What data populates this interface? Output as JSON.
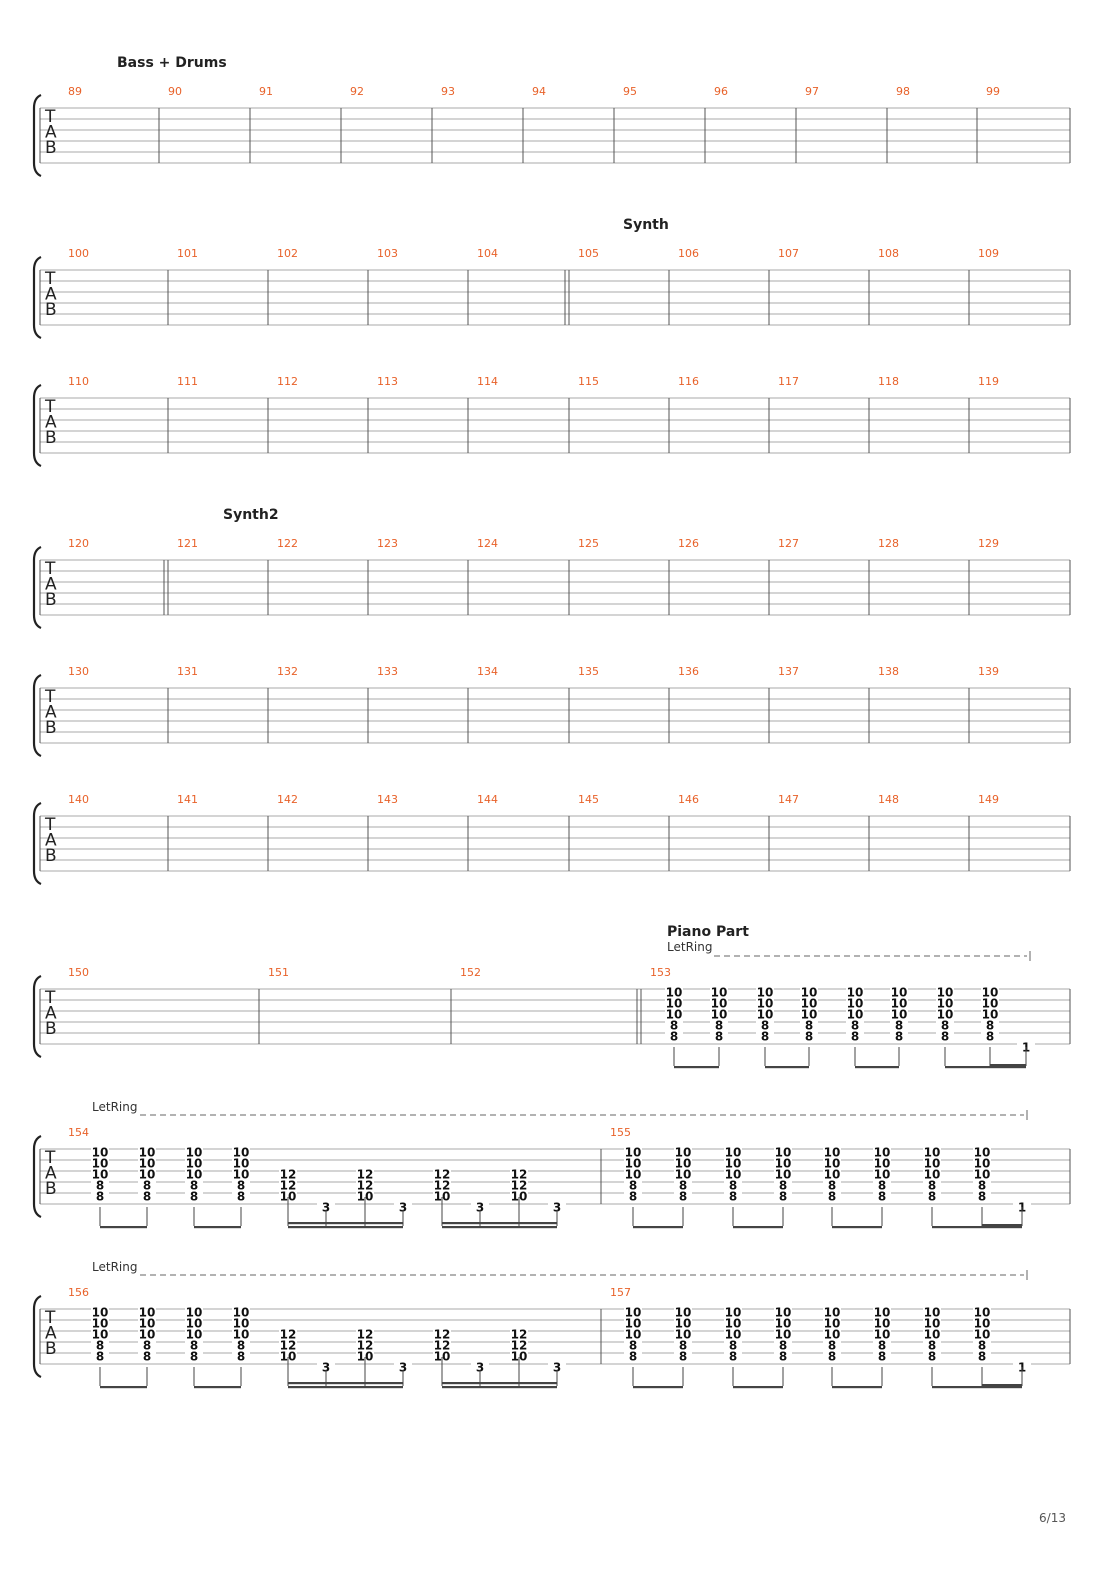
{
  "page": {
    "number": "6/13"
  },
  "tab_letters": [
    "T",
    "A",
    "B"
  ],
  "systems": [
    {
      "label": "Bass + Drums",
      "measures": [
        89,
        90,
        91,
        92,
        93,
        94,
        95,
        96,
        97,
        98,
        99
      ]
    },
    {
      "label": "Synth",
      "measures": [
        100,
        101,
        102,
        103,
        104,
        105,
        106,
        107,
        108,
        109
      ]
    },
    {
      "label": "",
      "measures": [
        110,
        111,
        112,
        113,
        114,
        115,
        116,
        117,
        118,
        119
      ]
    },
    {
      "label": "Synth2",
      "measures": [
        120,
        121,
        122,
        123,
        124,
        125,
        126,
        127,
        128,
        129
      ]
    },
    {
      "label": "",
      "measures": [
        130,
        131,
        132,
        133,
        134,
        135,
        136,
        137,
        138,
        139
      ]
    },
    {
      "label": "",
      "measures": [
        140,
        141,
        142,
        143,
        144,
        145,
        146,
        147,
        148,
        149
      ]
    },
    {
      "label": "Piano Part",
      "measures": [
        150,
        151,
        152,
        153
      ],
      "let_ring": "LetRing"
    },
    {
      "label": "",
      "measures": [
        154,
        155
      ],
      "let_ring": "LetRing"
    },
    {
      "label": "",
      "measures": [
        156,
        157
      ],
      "let_ring": "LetRing"
    }
  ],
  "chords": {
    "full": [
      "10",
      "10",
      "10",
      "8",
      "8"
    ],
    "high": [
      "12",
      "12",
      "10"
    ],
    "low": "3",
    "single": "1"
  }
}
